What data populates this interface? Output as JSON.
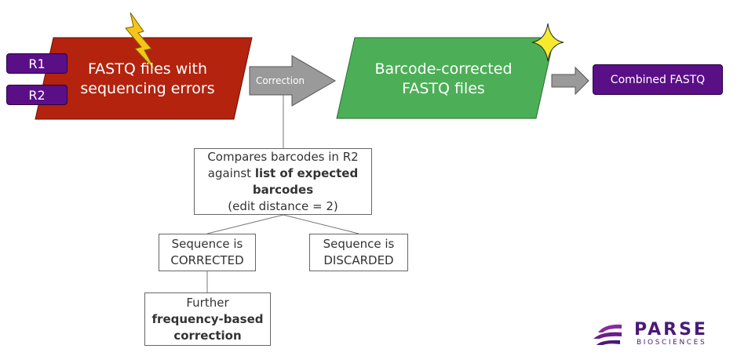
{
  "input": {
    "label_line1": "FASTQ files with",
    "label_line2": "sequencing errors",
    "read1": "R1",
    "read2": "R2"
  },
  "step": {
    "label": "Correction"
  },
  "output": {
    "label_line1": "Barcode-corrected",
    "label_line2": "FASTQ files",
    "combined": "Combined FASTQ"
  },
  "compare_box": {
    "line1": "Compares barcodes in R2",
    "line2_prefix": "against ",
    "line2_bold": "list of expected",
    "line3_bold": "barcodes",
    "line4": "(edit distance = 2)"
  },
  "corrected_box": {
    "line1": "Sequence is",
    "line2": "CORRECTED"
  },
  "discarded_box": {
    "line1": "Sequence is",
    "line2": "DISCARDED"
  },
  "further_box": {
    "line1": "Further",
    "line2_bold": "frequency-based",
    "line3_bold": "correction"
  },
  "logo": {
    "wordmark": "PARSE",
    "subtitle": "BIOSCIENCES"
  },
  "icons": {
    "error": "lightning-bolt-icon",
    "corrected": "sparkle-star-icon",
    "logo": "parse-logo-icon"
  },
  "colors": {
    "input_fill": "#b3230e",
    "output_fill": "#4caf57",
    "arrow_fill": "#9a9a9a",
    "pill_fill": "#5a0f87",
    "lightning": "#f5c518",
    "star": "#f7ea2c",
    "logo": "#4a1a7a"
  }
}
